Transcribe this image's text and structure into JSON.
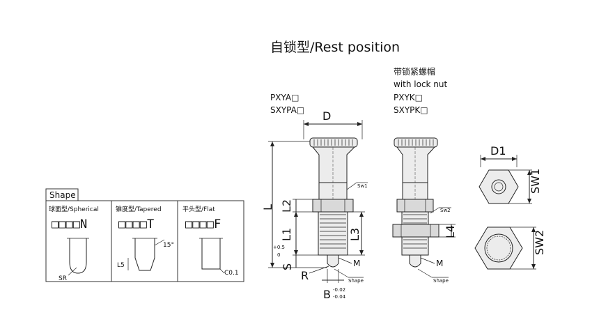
{
  "title": "自锁型/Rest position",
  "left_variant": {
    "codes": [
      "PXYA□",
      "SXYPA□"
    ]
  },
  "right_variant": {
    "label_cn": "带锁紧螺帽",
    "label_en": "with lock nut",
    "codes": [
      "PXYK□",
      "SXYPK□"
    ]
  },
  "dimensions": {
    "D": "D",
    "L": "L",
    "L1": "L1",
    "L2": "L2",
    "L3": "L3",
    "L4": "L4",
    "S": "S",
    "S_tol_upper": "+0.5",
    "S_tol_lower": "0",
    "R": "R",
    "B": "B",
    "B_tol_upper": "-0.02",
    "B_tol_lower": "-0.04",
    "M_left": "M",
    "M_right": "M",
    "SW1_tag": "Sw1",
    "SW2_tag": "Sw2",
    "shape_left": "Shape",
    "shape_right": "Shape",
    "D1": "D1",
    "SW1": "SW1",
    "SW2": "SW2"
  },
  "shape_panel": {
    "tab": "Shape",
    "options": [
      {
        "label": "球面型/Spherical",
        "code": "□□□□N",
        "annotation": "SR"
      },
      {
        "label": "锥度型/Tapered",
        "code": "□□□□T",
        "annotation": "L5",
        "angle": "15°"
      },
      {
        "label": "平头型/Flat",
        "code": "□□□□F",
        "annotation": "C0.1"
      }
    ]
  }
}
